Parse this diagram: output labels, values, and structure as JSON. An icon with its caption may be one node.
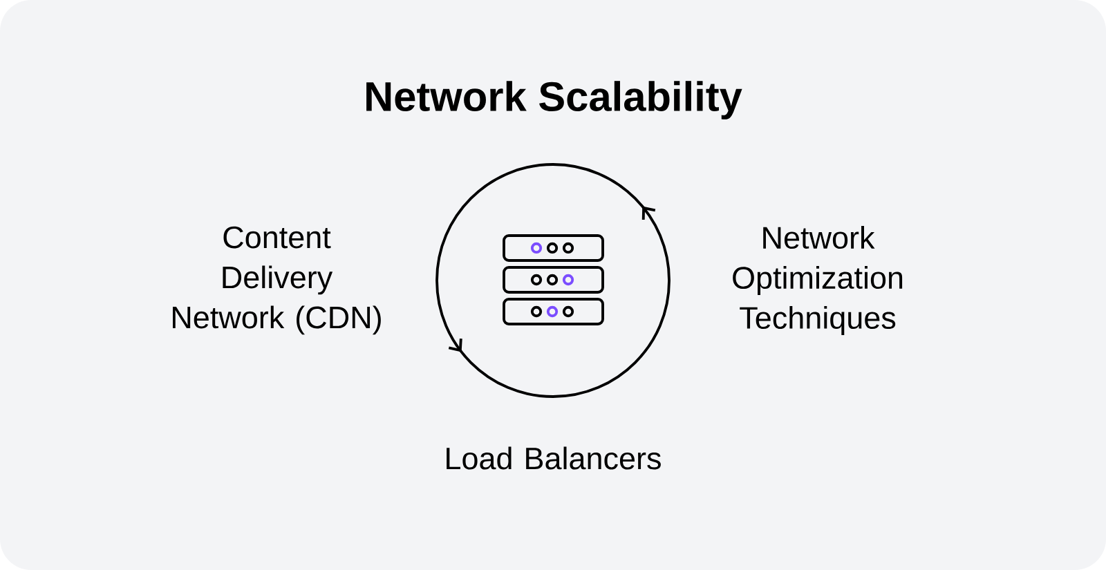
{
  "diagram": {
    "title": "Network Scalability",
    "labels": [
      "Content Delivery Network (CDN)",
      "Network Optimization Techniques",
      "Load Balancers"
    ]
  }
}
